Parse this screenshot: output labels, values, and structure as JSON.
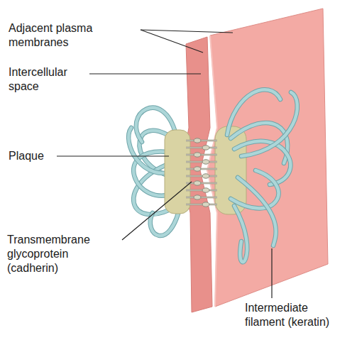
{
  "diagram": {
    "labels": [
      "Adjacent plasma membranes",
      "Intercellular space",
      "Plaque",
      "Transmembrane glycoprotein (cadherin)",
      "Intermediate filament (keratin)"
    ]
  }
}
